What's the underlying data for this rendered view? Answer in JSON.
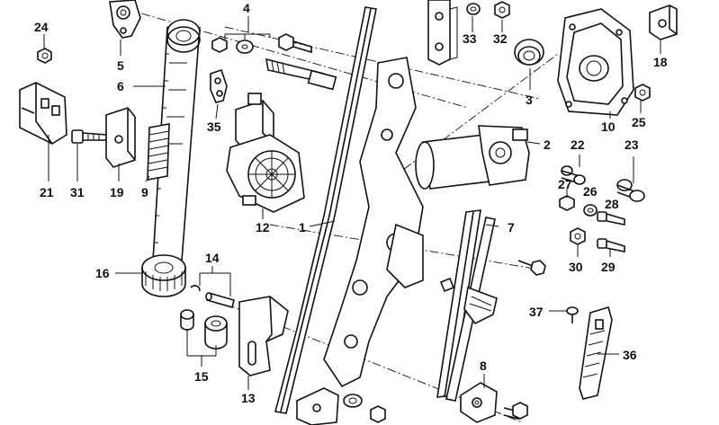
{
  "callouts": [
    {
      "label": "24"
    },
    {
      "label": "5"
    },
    {
      "label": "6"
    },
    {
      "label": "4"
    },
    {
      "label": "33"
    },
    {
      "label": "32"
    },
    {
      "label": "3"
    },
    {
      "label": "18"
    },
    {
      "label": "10"
    },
    {
      "label": "25"
    },
    {
      "label": "35"
    },
    {
      "label": "21"
    },
    {
      "label": "31"
    },
    {
      "label": "19"
    },
    {
      "label": "9"
    },
    {
      "label": "12"
    },
    {
      "label": "1"
    },
    {
      "label": "2"
    },
    {
      "label": "22"
    },
    {
      "label": "23"
    },
    {
      "label": "27"
    },
    {
      "label": "26"
    },
    {
      "label": "28"
    },
    {
      "label": "7"
    },
    {
      "label": "30"
    },
    {
      "label": "29"
    },
    {
      "label": "14"
    },
    {
      "label": "16"
    },
    {
      "label": "15"
    },
    {
      "label": "13"
    },
    {
      "label": "37"
    },
    {
      "label": "36"
    },
    {
      "label": "8"
    }
  ],
  "colors": {
    "ink": "#111111",
    "paper": "#ffffff"
  }
}
